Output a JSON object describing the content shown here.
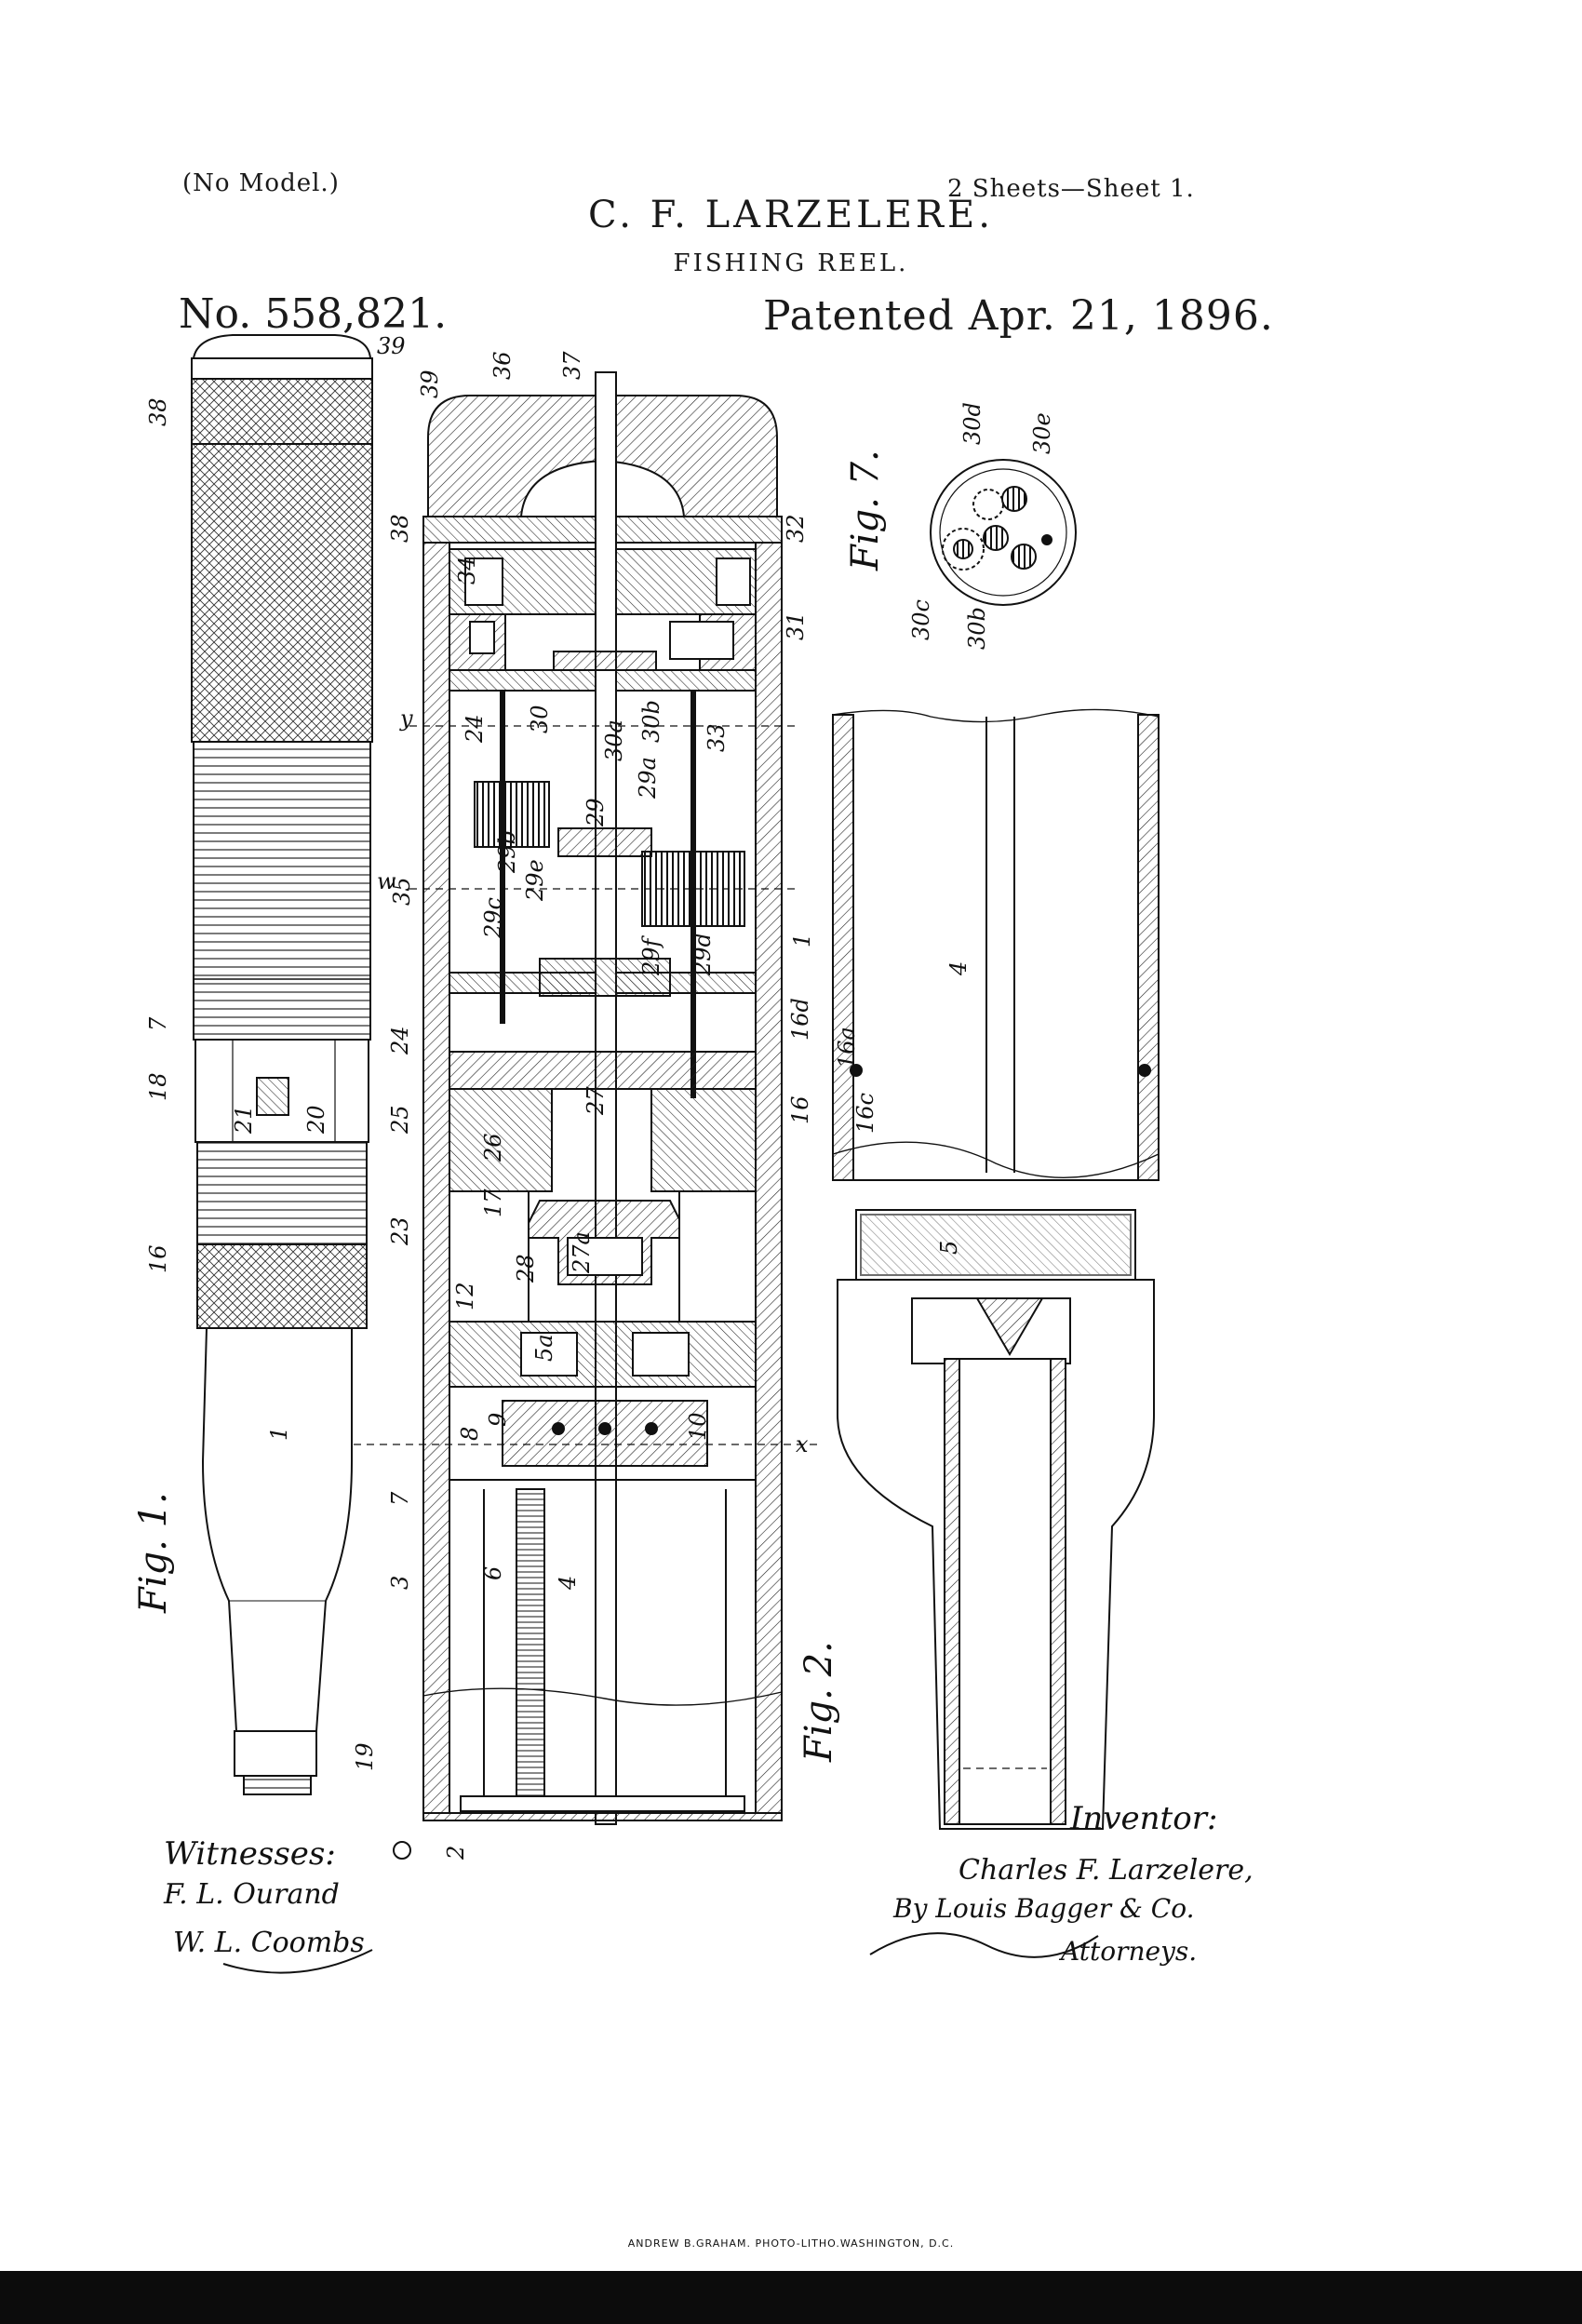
{
  "header": {
    "no_model": "(No Model.)",
    "inventor": "C. F. LARZELERE.",
    "sheets": "2 Sheets—Sheet 1.",
    "title": "FISHING REEL.",
    "patent_number": "No. 558,821.",
    "patent_date": "Patented Apr. 21, 1896."
  },
  "figures": {
    "fig1": "Fig. 1.",
    "fig2": "Fig. 2.",
    "fig7": "Fig. 7."
  },
  "witnesses": {
    "label": "Witnesses:",
    "names": [
      "F. L. Ourand",
      "W. L. Coombs"
    ]
  },
  "inventor_block": {
    "label": "Inventor:",
    "signature": "Charles F. Larzelere,",
    "by": "By Louis Bagger & Co.",
    "attorneys": "Attorneys."
  },
  "footer": {
    "printer": "ANDREW B.GRAHAM. PHOTO-LITHO.WASHINGTON, D.C."
  },
  "reference_numerals": {
    "fig1": [
      "38",
      "39",
      "7",
      "18",
      "21",
      "20",
      "16",
      "1",
      "19",
      "2"
    ],
    "fig2_top": [
      "39",
      "36",
      "37",
      "38",
      "34",
      "32",
      "31",
      "24",
      "30",
      "30a",
      "30b",
      "33",
      "29",
      "29a",
      "29e",
      "29b",
      "29c",
      "29f",
      "29d",
      "35",
      "y",
      "w"
    ],
    "fig2_mid": [
      "24",
      "25",
      "26",
      "27",
      "17",
      "23",
      "28",
      "27a",
      "12",
      "5a",
      "9",
      "8",
      "10",
      "x",
      "7",
      "3",
      "6",
      "4"
    ],
    "fig_right": [
      "16d",
      "16a",
      "16c",
      "16",
      "1",
      "4",
      "5"
    ],
    "fig7": [
      "30d",
      "30e",
      "30c",
      "30b"
    ]
  }
}
